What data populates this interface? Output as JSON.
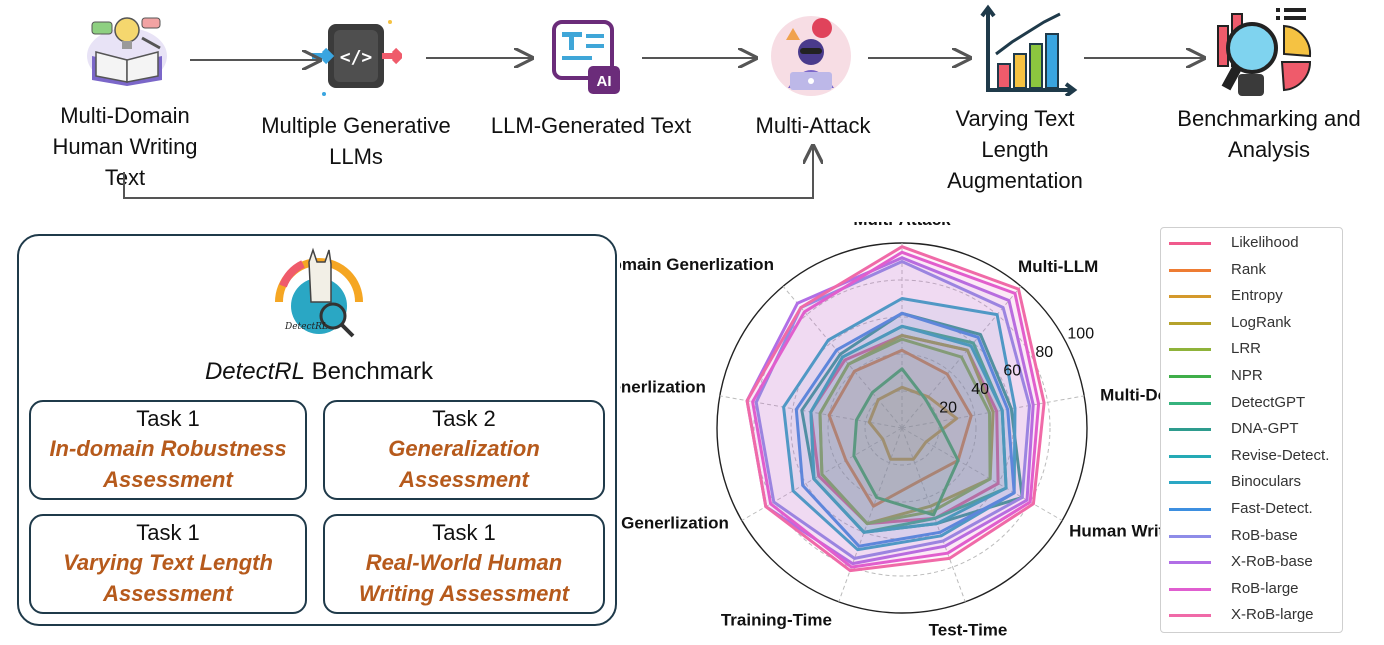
{
  "pipeline": {
    "steps": [
      {
        "label_lines": [
          "Multi-Domain",
          "Human Writing Text"
        ],
        "icon": "writing-book-icon"
      },
      {
        "label_lines": [
          "Multiple Generative",
          "LLMs"
        ],
        "icon": "code-chip-icon"
      },
      {
        "label_lines": [
          "LLM-Generated Text"
        ],
        "icon": "ai-text-document-icon"
      },
      {
        "label_lines": [
          "Multi-Attack"
        ],
        "icon": "hacker-icon"
      },
      {
        "label_lines": [
          "Varying Text Length",
          "Augmentation"
        ],
        "icon": "bar-growth-chart-icon"
      },
      {
        "label_lines": [
          "Benchmarking and",
          "Analysis"
        ],
        "icon": "analysis-magnifier-icon"
      }
    ]
  },
  "benchmark": {
    "title_italic": "DetectRL",
    "title_rest": " Benchmark",
    "logo_text": "DetectRL",
    "tasks": [
      {
        "title": "Task 1",
        "name_lines": [
          "In-domain Robustness",
          "Assessment"
        ]
      },
      {
        "title": "Task 2",
        "name_lines": [
          "Generalization",
          "Assessment"
        ]
      },
      {
        "title": "Task 1",
        "name_lines": [
          "Varying Text Length",
          "Assessment"
        ]
      },
      {
        "title": "Task 1",
        "name_lines": [
          "Real-World Human",
          "Writing Assessment"
        ]
      }
    ]
  },
  "chart_data": {
    "type": "radar",
    "axes": [
      "Multi-Attack",
      "Multi-LLM",
      "Multi-Domain",
      "Human Writing",
      "Test-Time",
      "Training-Time",
      "Attack Generlization",
      "LLM Generlization",
      "Domain Generlization"
    ],
    "radial_ticks": [
      20,
      40,
      60,
      80,
      100
    ],
    "rmax": 100,
    "series": [
      {
        "name": "Likelihood",
        "color": "#f05a8c",
        "values": [
          50,
          55,
          52,
          60,
          52,
          55,
          52,
          50,
          48
        ]
      },
      {
        "name": "Rank",
        "color": "#ee7c33",
        "values": [
          42,
          38,
          38,
          35,
          30,
          45,
          35,
          40,
          40
        ]
      },
      {
        "name": "Entropy",
        "color": "#d4992c",
        "values": [
          22,
          22,
          30,
          15,
          18,
          18,
          12,
          18,
          20
        ]
      },
      {
        "name": "LogRank",
        "color": "#b5a22b",
        "values": [
          50,
          55,
          50,
          55,
          45,
          55,
          50,
          45,
          45
        ]
      },
      {
        "name": "LRR",
        "color": "#8fb33a",
        "values": [
          48,
          50,
          48,
          55,
          48,
          55,
          50,
          45,
          45
        ]
      },
      {
        "name": "NPR",
        "color": "#3fae49",
        "values": [
          32,
          20,
          20,
          35,
          50,
          40,
          30,
          25,
          25
        ]
      },
      {
        "name": "DetectGPT",
        "color": "#36b37e",
        "values": [
          55,
          60,
          55,
          65,
          52,
          60,
          55,
          50,
          50
        ]
      },
      {
        "name": "DNA-GPT",
        "color": "#2e9c8e",
        "values": [
          62,
          66,
          60,
          75,
          55,
          60,
          55,
          55,
          52
        ]
      },
      {
        "name": "Revise-Detect.",
        "color": "#25aab5",
        "values": [
          55,
          58,
          55,
          65,
          55,
          60,
          55,
          50,
          50
        ]
      },
      {
        "name": "Binoculars",
        "color": "#2aa7c4",
        "values": [
          70,
          80,
          62,
          70,
          62,
          70,
          68,
          65,
          62
        ]
      },
      {
        "name": "Fast-Detect.",
        "color": "#3d8fe0",
        "values": [
          62,
          64,
          58,
          70,
          60,
          68,
          62,
          58,
          55
        ]
      },
      {
        "name": "RoB-base",
        "color": "#8e8ce8",
        "values": [
          90,
          85,
          70,
          75,
          65,
          75,
          80,
          80,
          85
        ]
      },
      {
        "name": "X-RoB-base",
        "color": "#b16ee6",
        "values": [
          92,
          90,
          72,
          78,
          68,
          78,
          85,
          85,
          88
        ]
      },
      {
        "name": "RoB-large",
        "color": "#e05ed0",
        "values": [
          95,
          95,
          75,
          80,
          72,
          80,
          82,
          82,
          82
        ]
      },
      {
        "name": "X-RoB-large",
        "color": "#f06aa8",
        "values": [
          98,
          98,
          78,
          82,
          75,
          82,
          85,
          85,
          85
        ]
      }
    ],
    "legend_placement": "right",
    "grid": true
  }
}
